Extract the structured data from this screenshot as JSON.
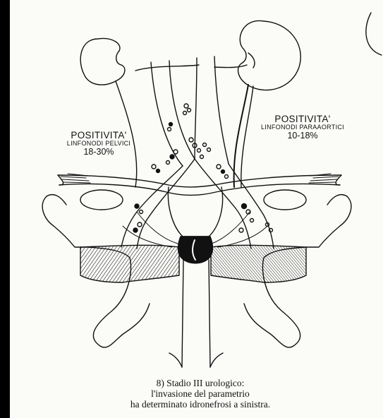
{
  "labels": {
    "pelvic": {
      "title": "POSITIVITA'",
      "subtitle": "LINFONODI PELVICI",
      "percent": "18-30%"
    },
    "paraaortic": {
      "title": "POSITIVITA'",
      "subtitle": "LINFONODI PARAAORTICI",
      "percent": "10-18%"
    }
  },
  "caption": {
    "line1": "8) Stadio III urologico:",
    "line2": "l'invasione del parametrio",
    "line3": "ha determinato idronefrosi a sinistra."
  },
  "colors": {
    "ink": "#111111",
    "paper": "#fbfbf8",
    "frame": "#000000"
  }
}
